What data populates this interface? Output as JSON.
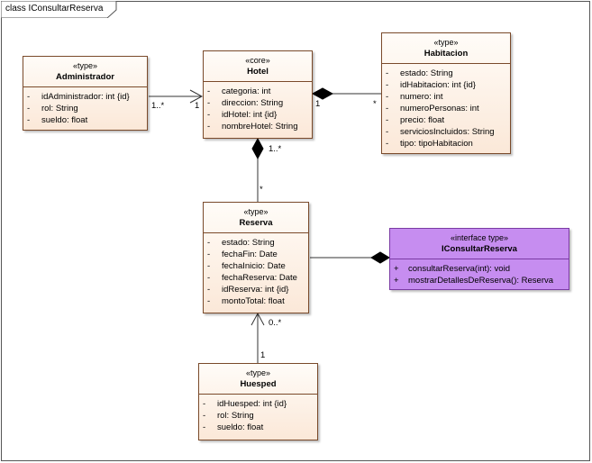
{
  "diagram": {
    "title": "class IConsultarReserva"
  },
  "classes": {
    "administrador": {
      "stereotype": "«type»",
      "name": "Administrador",
      "attributes": [
        {
          "vis": "-",
          "text": "idAdministrador: int {id}"
        },
        {
          "vis": "-",
          "text": "rol: String"
        },
        {
          "vis": "-",
          "text": "sueldo: float"
        }
      ]
    },
    "hotel": {
      "stereotype": "«core»",
      "name": "Hotel",
      "attributes": [
        {
          "vis": "-",
          "text": "categoria: int"
        },
        {
          "vis": "-",
          "text": "direccion: String"
        },
        {
          "vis": "-",
          "text": "idHotel: int {id}"
        },
        {
          "vis": "-",
          "text": "nombreHotel: String"
        }
      ]
    },
    "habitacion": {
      "stereotype": "«type»",
      "name": "Habitacion",
      "attributes": [
        {
          "vis": "-",
          "text": "estado: String"
        },
        {
          "vis": "-",
          "text": "idHabitacion: int {id}"
        },
        {
          "vis": "-",
          "text": "numero: int"
        },
        {
          "vis": "-",
          "text": "numeroPersonas: int"
        },
        {
          "vis": "-",
          "text": "precio: float"
        },
        {
          "vis": "-",
          "text": "serviciosIncluidos: String"
        },
        {
          "vis": "-",
          "text": "tipo: tipoHabitacion"
        }
      ]
    },
    "reserva": {
      "stereotype": "«type»",
      "name": "Reserva",
      "attributes": [
        {
          "vis": "-",
          "text": "estado: String"
        },
        {
          "vis": "-",
          "text": "fechaFin: Date"
        },
        {
          "vis": "-",
          "text": "fechaInicio: Date"
        },
        {
          "vis": "-",
          "text": "fechaReserva: Date"
        },
        {
          "vis": "-",
          "text": "idReserva: int {id}"
        },
        {
          "vis": "-",
          "text": "montoTotal: float"
        }
      ]
    },
    "iconsultar": {
      "stereotype": "«interface type»",
      "name": "IConsultarReserva",
      "attributes": [
        {
          "vis": "+",
          "text": "consultarReserva(int): void"
        },
        {
          "vis": "+",
          "text": "mostrarDetallesDeReserva(): Reserva"
        }
      ]
    },
    "huesped": {
      "stereotype": "«type»",
      "name": "Huesped",
      "attributes": [
        {
          "vis": "-",
          "text": "idHuesped: int {id}"
        },
        {
          "vis": "-",
          "text": "rol: String"
        },
        {
          "vis": "-",
          "text": "sueldo: float"
        }
      ]
    }
  },
  "multiplicities": {
    "admin_end": "1..*",
    "hotel_admin_end": "1",
    "hotel_hab_end": "1",
    "hab_end": "*",
    "hotel_res_end": "1..*",
    "res_hotel_end": "*",
    "res_hues_end": "0..*",
    "hues_end": "1"
  },
  "colors": {
    "class_fill": "#fbe8d8",
    "class_border": "#7a4a2a",
    "interface_fill": "#c68df0",
    "interface_border": "#7a3aa3"
  }
}
